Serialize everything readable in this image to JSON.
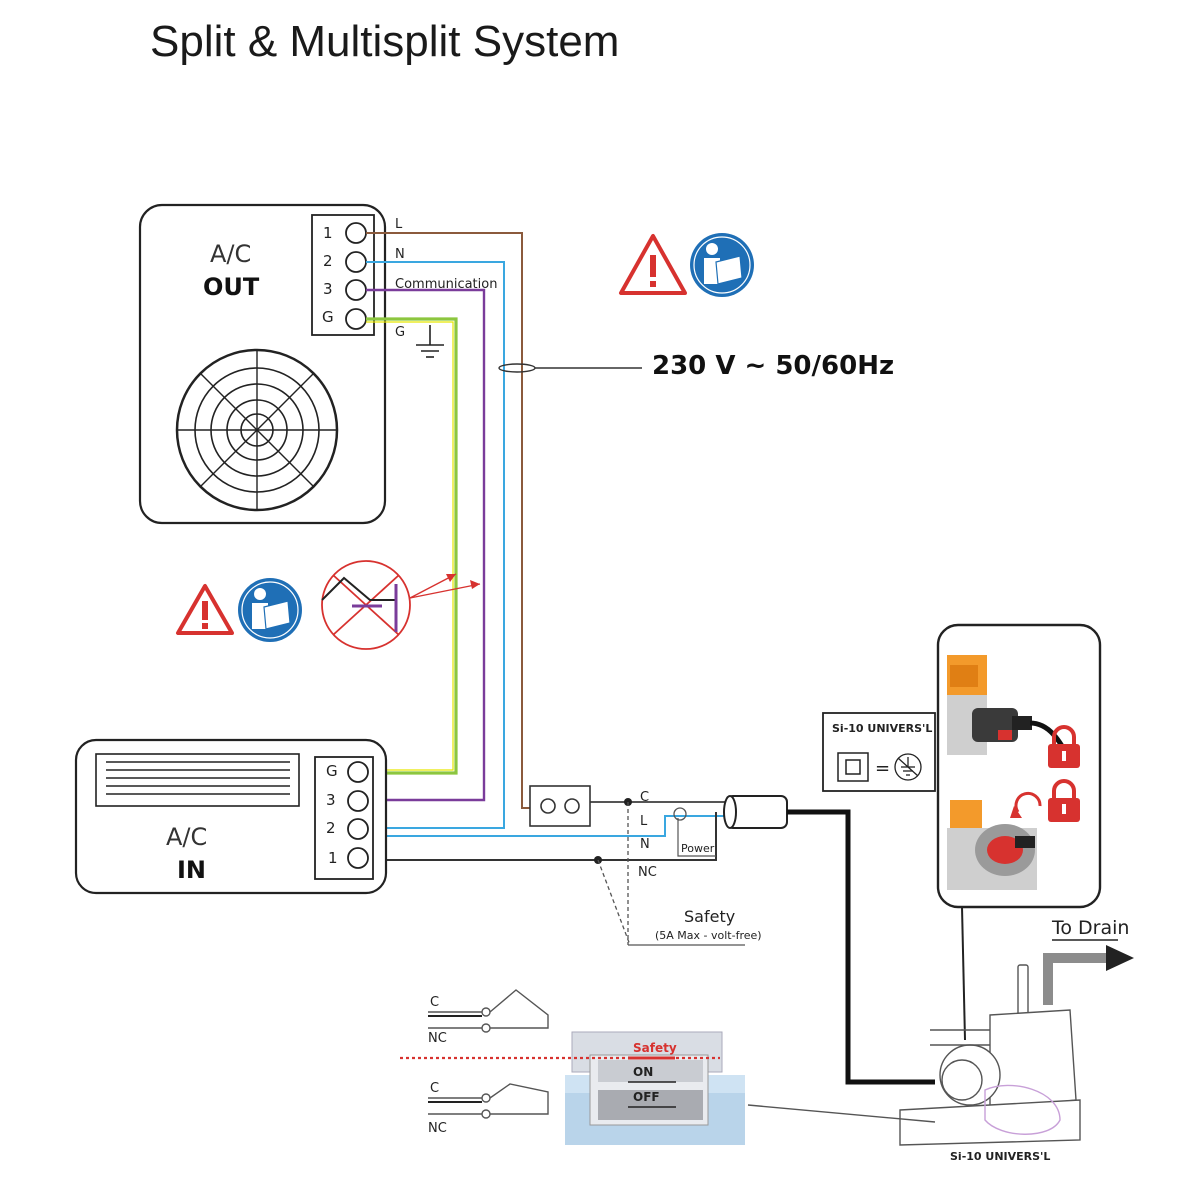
{
  "title": "Split & Multisplit System",
  "outdoor_unit": {
    "line1": "A/C",
    "line2": "OUT",
    "terminals": [
      "1",
      "2",
      "3",
      "G"
    ]
  },
  "indoor_unit": {
    "line1": "A/C",
    "line2": "IN",
    "terminals": [
      "G",
      "3",
      "2",
      "1"
    ]
  },
  "wire_labels": {
    "l": "L",
    "n": "N",
    "communication": "Communication",
    "g": "G"
  },
  "power_supply": "230 V ~ 50/60Hz",
  "pump_terminals": {
    "c": "C",
    "l": "L",
    "n": "N",
    "nc": "NC",
    "power": "Power"
  },
  "safety": {
    "label": "Safety",
    "spec": "(5A Max - volt-free)"
  },
  "panel": {
    "model": "Si-10 UNIVERS'L",
    "equals": "="
  },
  "to_drain": "To Drain",
  "pump_model": "Si-10 UNIVERS'L",
  "switch_labels": {
    "c_top": "C",
    "nc_top": "NC",
    "c_bottom": "C",
    "nc_bottom": "NC"
  },
  "tank_labels": {
    "safety": "Safety",
    "on": "ON",
    "off": "OFF"
  },
  "colors": {
    "live": "#8b5a3c",
    "neutral": "#3aa7e0",
    "communication": "#7a3c9a",
    "earth_green": "#8cc63f",
    "earth_yellow": "#e6e600",
    "warning_red": "#d7322f",
    "info_blue": "#1f6fb6"
  }
}
